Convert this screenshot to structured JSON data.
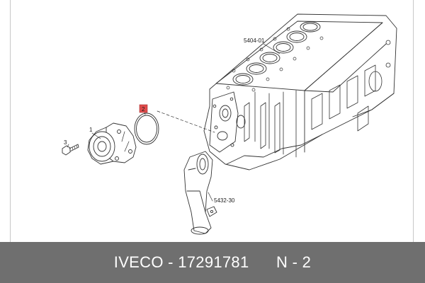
{
  "diagram": {
    "labels": {
      "engine_block": "5404-01",
      "elbow_pipe": "5432-30",
      "water_pump": "1",
      "gasket": "2",
      "bolt": "3"
    },
    "highlight_color": "#e04b4b",
    "line_color": "#333333"
  },
  "footer": {
    "brand": "IVECO",
    "separator": " - ",
    "part_number": "17291781",
    "gap": "      ",
    "position": "N - 2"
  }
}
